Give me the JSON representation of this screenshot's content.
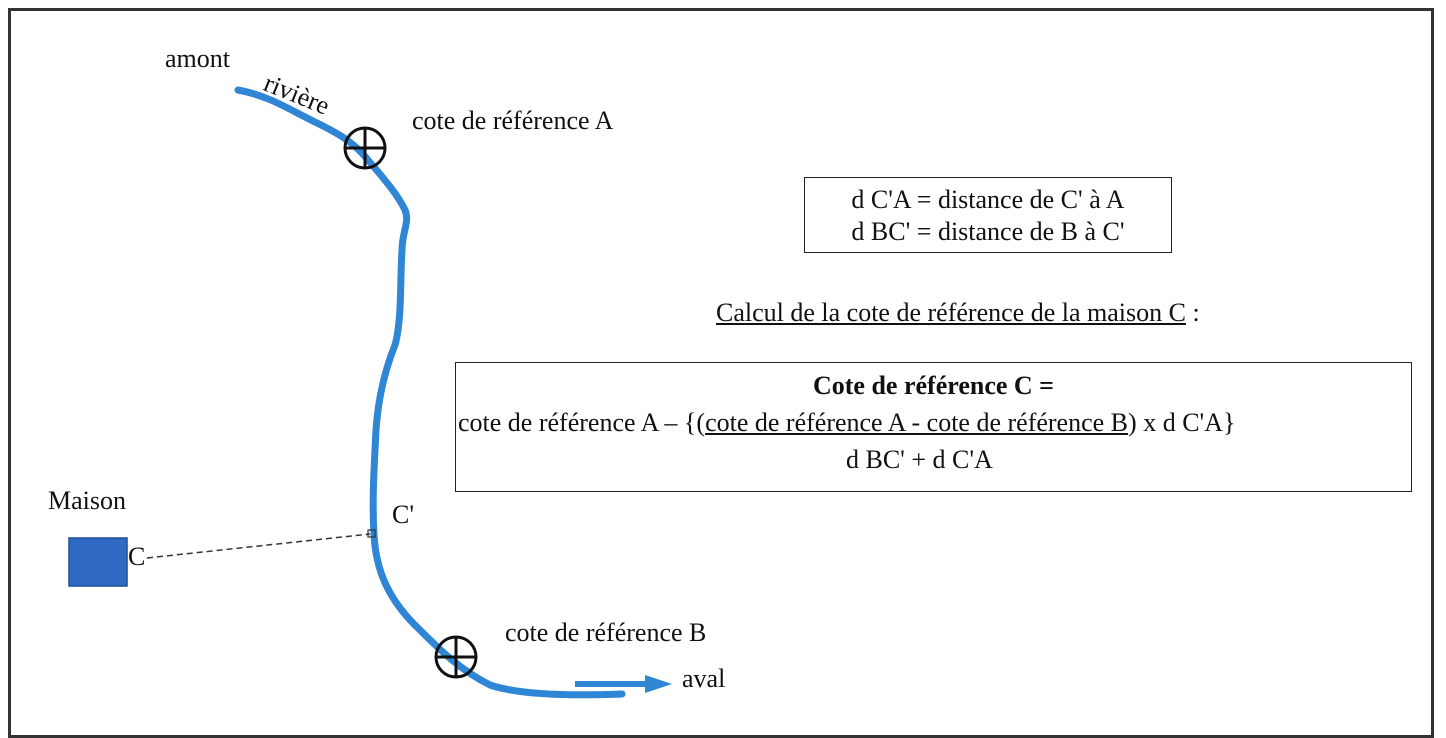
{
  "labels": {
    "amont": "amont",
    "riviere": "rivière",
    "ref_a": "cote de référence A",
    "ref_b": "cote de référence B",
    "aval": "aval",
    "maison": "Maison",
    "point_c": "C",
    "point_c_prime": "C'"
  },
  "definitions": {
    "line1": "d C'A = distance de C' à A",
    "line2": "d BC' = distance de B à C'"
  },
  "calc_title": "Calcul de la cote de référence de la maison C",
  "calc_title_suffix": " :",
  "formula": {
    "heading": "Cote de référence C =",
    "prefix": "cote de référence A – {(",
    "numerator": "cote de référence A - cote de référence B",
    "suffix": ")  x  d C'A}",
    "denominator": "d BC' + d C'A"
  },
  "colors": {
    "river": "#2f86d4",
    "house": "#2f6bc4",
    "border": "#333333"
  }
}
